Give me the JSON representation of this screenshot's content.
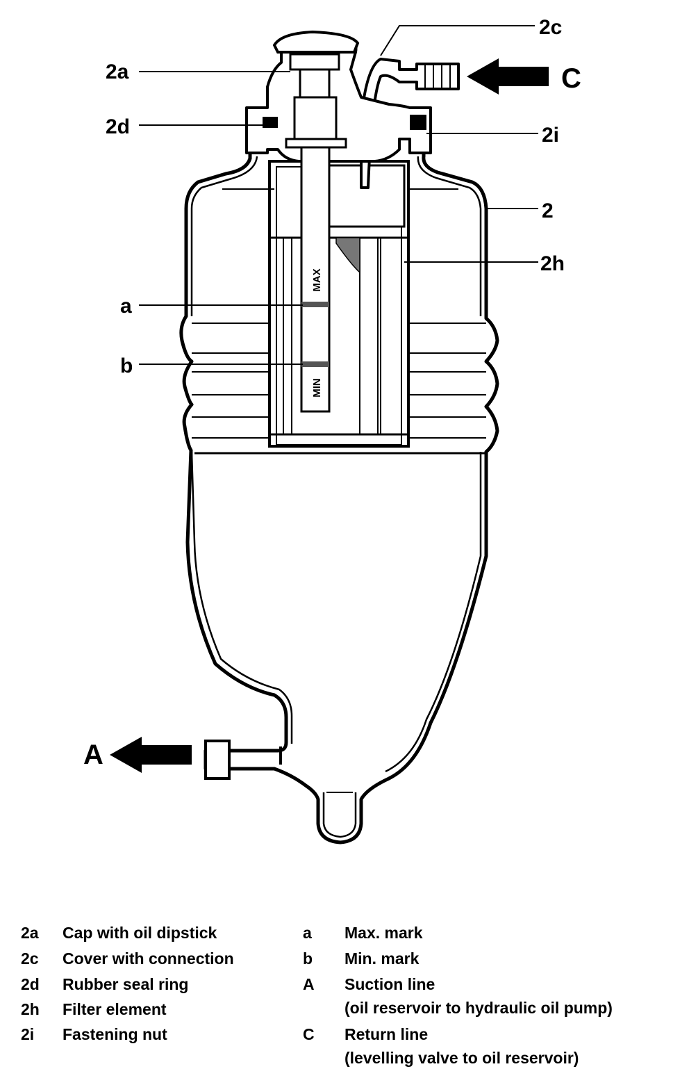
{
  "callouts": {
    "c2a": "2a",
    "c2c": "2c",
    "c2d": "2d",
    "c2i": "2i",
    "c2": "2",
    "c2h": "2h",
    "ca": "a",
    "cb": "b",
    "cA": "A",
    "cC": "C"
  },
  "gauge": {
    "max": "MAX",
    "min": "MIN"
  },
  "legend": {
    "left": [
      {
        "code": "2a",
        "text": "Cap with oil dipstick"
      },
      {
        "code": "2c",
        "text": "Cover with connection"
      },
      {
        "code": "2d",
        "text": "Rubber seal ring"
      },
      {
        "code": "2h",
        "text": "Filter element"
      },
      {
        "code": "2i",
        "text": "Fastening nut"
      }
    ],
    "right": [
      {
        "code": "a",
        "text": "Max. mark"
      },
      {
        "code": "b",
        "text": "Min. mark"
      },
      {
        "code": "A",
        "text": "Suction line"
      },
      {
        "code": "",
        "text": "(oil reservoir to hydraulic oil pump)"
      },
      {
        "code": "C",
        "text": "Return line"
      },
      {
        "code": "",
        "text": "(levelling valve to oil reservoir)"
      }
    ]
  }
}
